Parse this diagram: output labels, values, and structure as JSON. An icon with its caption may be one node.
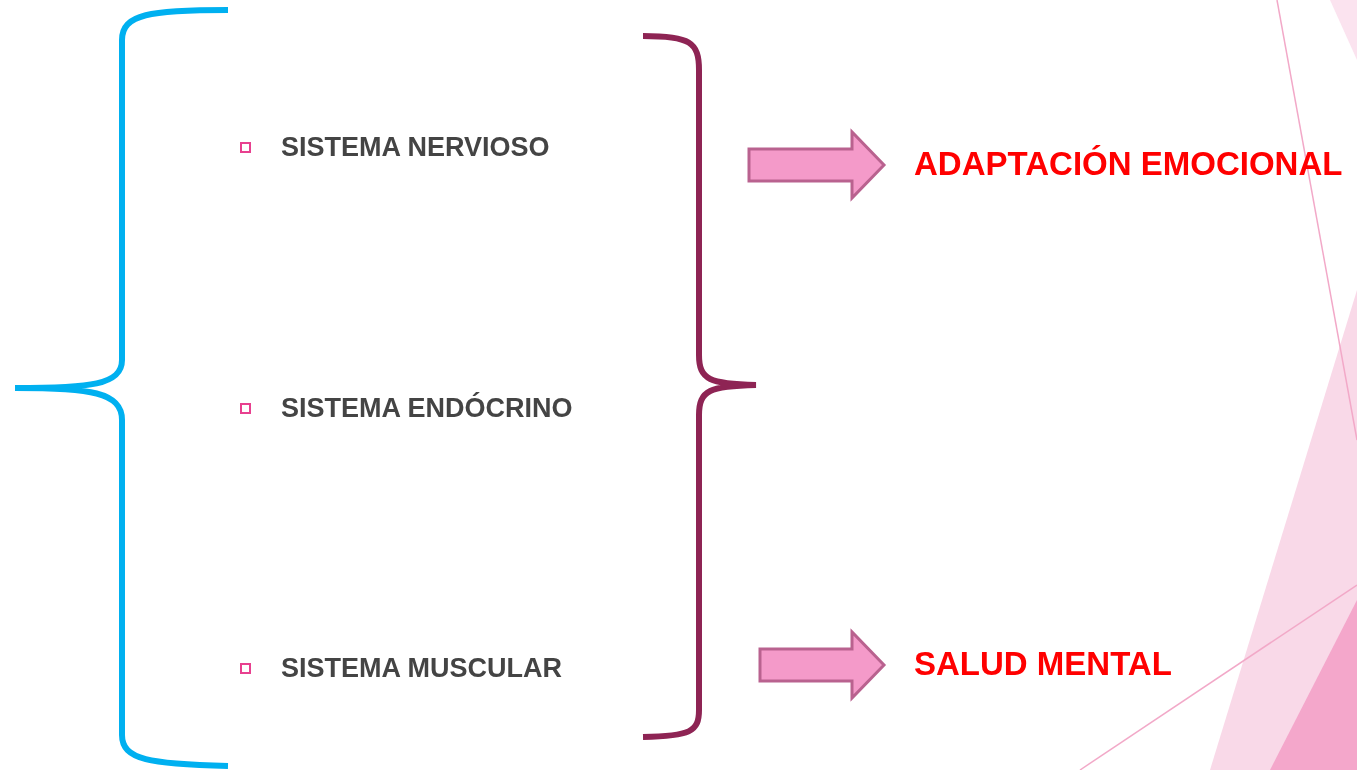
{
  "diagram": {
    "nodes": [
      {
        "text": [
          "SISTEMA NERVIOSO"
        ]
      },
      {
        "text": [
          "SISTEMA ENDÓCRINO"
        ]
      },
      {
        "text": [
          "SISTEMA MUSCULAR"
        ]
      },
      {
        "text": [
          "ADAPTACIÓN EMOCIONAL"
        ]
      },
      {
        "text": [
          "SALUD MENTAL"
        ]
      }
    ],
    "edges": [
      {
        "from": null,
        "to": 3,
        "arrow": "to"
      },
      {
        "from": null,
        "to": 4,
        "arrow": "to"
      }
    ]
  }
}
